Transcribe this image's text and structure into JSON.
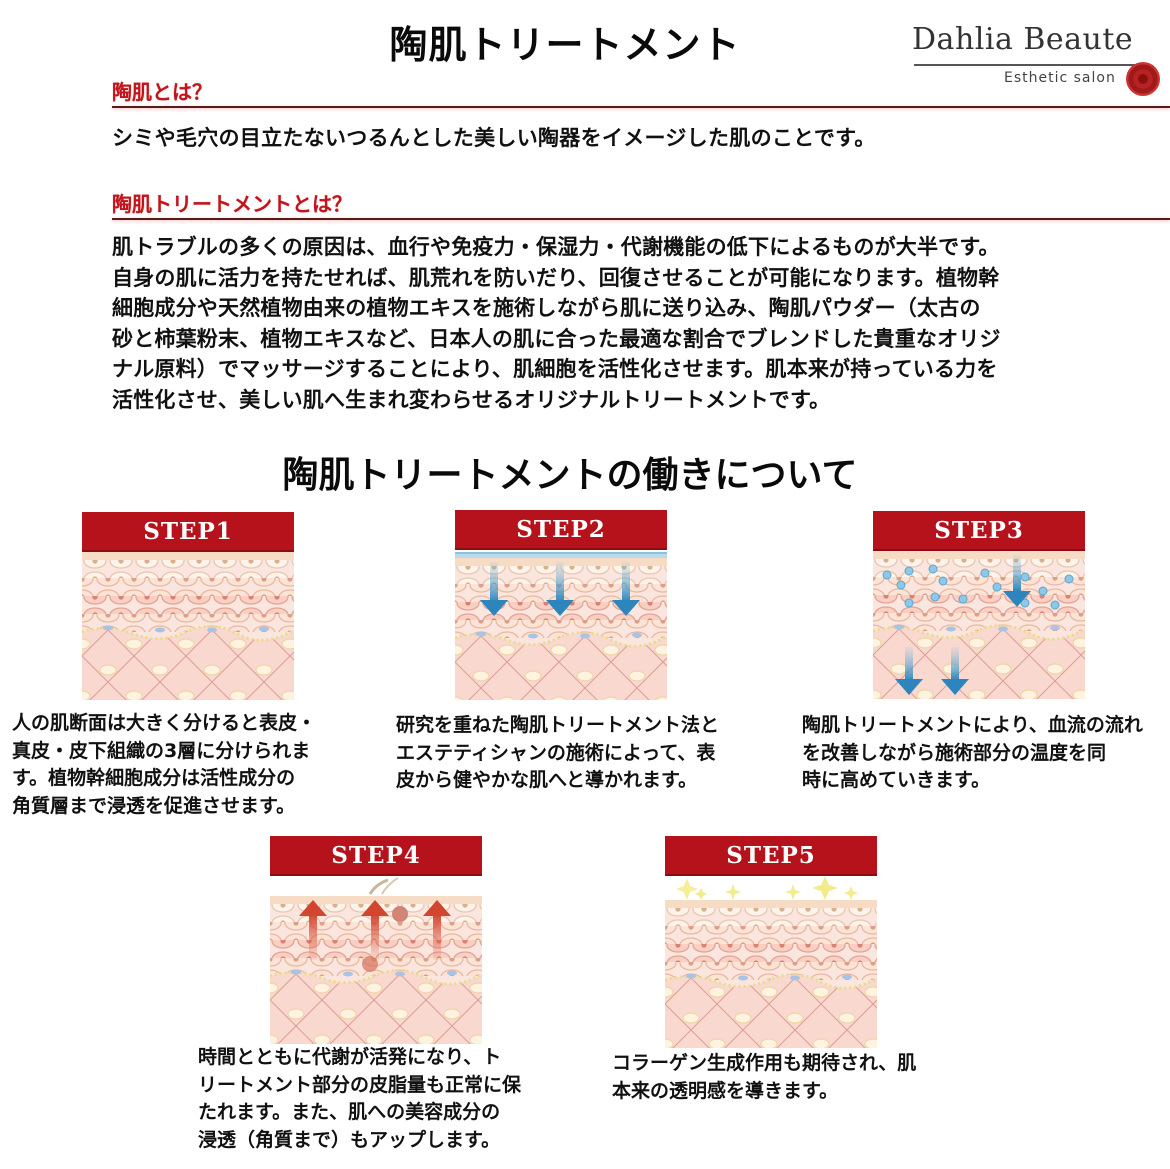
{
  "header": {
    "title": "陶肌トリートメント",
    "logo": {
      "name": "Dahlia Beaute",
      "subtitle": "Esthetic salon"
    }
  },
  "section1": {
    "heading": "陶肌とは？",
    "text": "シミや毛穴の目立たないつるんとした美しい陶器をイメージした肌のことです。"
  },
  "section2": {
    "heading": "陶肌トリートメントとは？",
    "lines": [
      "肌トラブルの多くの原因は、血行や免疫力・保湿力・代謝機能の低下によるものが大半です。",
      "自身の肌に活力を持たせれば、肌荒れを防いだり、回復させることが可能になります。植物幹",
      "細胞成分や天然植物由来の植物エキスを施術しながら肌に送り込み、陶肌パウダー（太古の",
      "砂と柿葉粉末、植物エキスなど、日本人の肌に合った最適な割合でブレンドした貴重なオリジ",
      "ナル原料）でマッサージすることにより、肌細胞を活性化させます。肌本来が持っている力を",
      "活性化させ、美しい肌へ生まれ変わらせるオリジナルトリートメントです。"
    ]
  },
  "steps_section": {
    "title": "陶肌トリートメントの働きについて",
    "steps": [
      {
        "label": "STEP1",
        "illustration": "skin-layers",
        "lines": [
          "人の肌断面は大きく分けると表皮・",
          "真皮・皮下組織の3層に分けられま",
          "す。植物幹細胞成分は活性成分の",
          "角質層まで浸透を促進させます。"
        ]
      },
      {
        "label": "STEP2",
        "illustration": "skin-layers-down-arrows",
        "lines": [
          "研究を重ねた陶肌トリートメント法と",
          "エステティシャンの施術によって、表",
          "皮から健やかな肌へと導かれます。"
        ]
      },
      {
        "label": "STEP3",
        "illustration": "skin-layers-bubbles-arrows",
        "lines": [
          "陶肌トリートメントにより、血流の流れ",
          "を改善しながら施術部分の温度を同",
          "時に高めていきます。"
        ]
      },
      {
        "label": "STEP4",
        "illustration": "skin-layers-up-arrows",
        "lines": [
          "時間とともに代謝が活発になり、ト",
          "リートメント部分の皮脂量も正常に保",
          "たれます。また、肌への美容成分の",
          "浸透（角質まで）もアップします。"
        ]
      },
      {
        "label": "STEP5",
        "illustration": "skin-layers-sparkles",
        "lines": [
          "コラーゲン生成作用も期待され、肌",
          "本来の透明感を導きます。"
        ]
      }
    ]
  },
  "colors": {
    "accent_red": "#b5121b",
    "heading_red": "#c0151c",
    "skin_pink": "#f6c9c0",
    "arrow_blue": "#3a8fc0",
    "arrow_red": "#d2452f"
  }
}
